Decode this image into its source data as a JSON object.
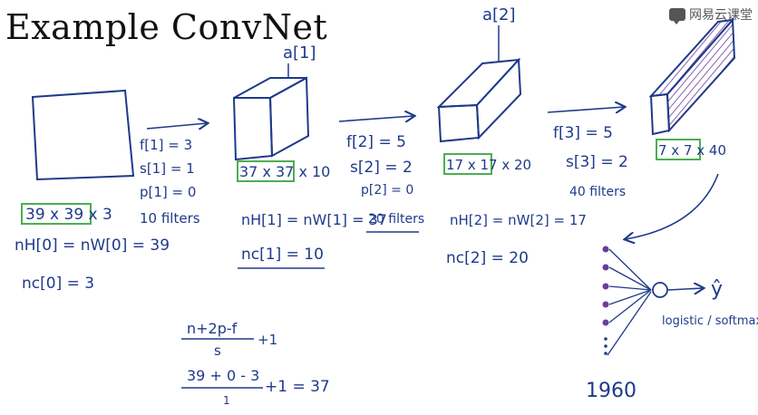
{
  "title": "Example ConvNet",
  "watermark": "网易云课堂",
  "activations": {
    "a1": "a[1]",
    "a2": "a[2]"
  },
  "input": {
    "dims": "39 x 39 x 3",
    "nh_nw": "nH[0] = nW[0] = 39",
    "nc": "nc[0] = 3"
  },
  "layer1": {
    "f": "f[1] = 3",
    "s": "s[1] = 1",
    "p": "p[1] = 0",
    "filters": "10 filters",
    "dims": "37 x 37 x 10",
    "nh_nw": "nH[1] = nW[1] = 37",
    "nc": "nc[1] = 10"
  },
  "layer2": {
    "f": "f[2] = 5",
    "s": "s[2] = 2",
    "p": "p[2] = 0",
    "filters": "20 filters",
    "dims": "17 x 17 x 20",
    "nh_nw": "nH[2] = nW[2] = 17",
    "nc": "nc[2] = 20"
  },
  "layer3": {
    "f": "f[3] = 5",
    "s": "s[3] = 2",
    "filters": "40 filters",
    "dims": "7 x 7 x 40"
  },
  "output": {
    "count": "1960",
    "classifier": "logistic / softmax",
    "yhat": "ŷ"
  },
  "formula": {
    "general_num": "n+2p-f",
    "general_den": "s",
    "general_tail": "+1",
    "example_num": "39 + 0 - 3",
    "example_den": "1",
    "example_tail": "+1 = 37"
  }
}
